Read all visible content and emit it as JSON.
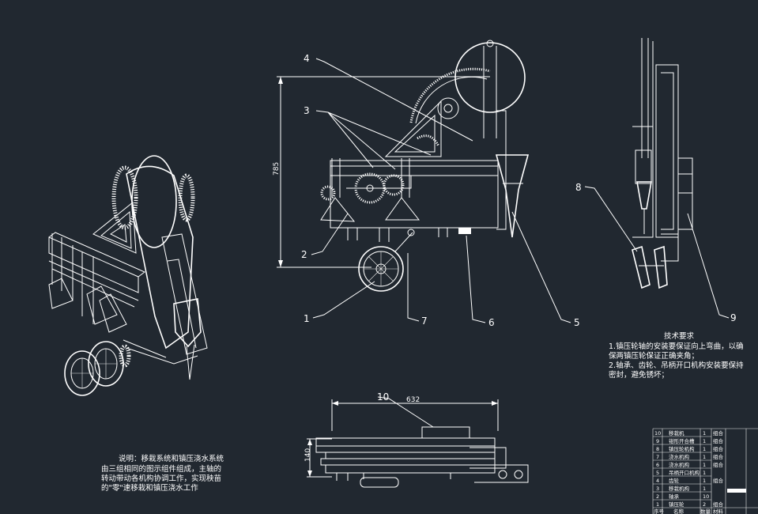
{
  "callouts": [
    "1",
    "2",
    "3",
    "4",
    "5",
    "6",
    "7",
    "8",
    "9",
    "10"
  ],
  "dimensions": {
    "height_main": "785",
    "width_bottom": "632",
    "height_bottom": "140"
  },
  "tech_requirements": {
    "title": "技术要求",
    "lines": [
      "1.镇压轮轴的安装要保证向上弯曲，以确",
      "保两镇压轮保证正确夹角；",
      "2.轴承、齿轮、吊柄开口机构安装要保持",
      "密封，避免锈坏；"
    ]
  },
  "description": {
    "lines": [
      "说明：移栽系统和镇压浇水系统",
      "由三组相同的图示组件组成，主轴的",
      "转动带动各机构协调工作，实现秧苗",
      "的\"零\"速移栽和镇压浇水工作"
    ]
  },
  "parts_table": {
    "rows": [
      {
        "no": "10",
        "name": "移栽机",
        "qty": "1",
        "mat": "组合"
      },
      {
        "no": "9",
        "name": "钳形开合槽",
        "qty": "1",
        "mat": "组合"
      },
      {
        "no": "8",
        "name": "镇压轮机构",
        "qty": "1",
        "mat": "组合"
      },
      {
        "no": "7",
        "name": "浇水机构",
        "qty": "1",
        "mat": "组合"
      },
      {
        "no": "6",
        "name": "浇水机构",
        "qty": "1",
        "mat": "组合"
      },
      {
        "no": "5",
        "name": "吊柄开口机构",
        "qty": "1",
        "mat": ""
      },
      {
        "no": "4",
        "name": "齿轮",
        "qty": "1",
        "mat": "组合"
      },
      {
        "no": "3",
        "name": "移栽机构",
        "qty": "1",
        "mat": ""
      },
      {
        "no": "2",
        "name": "轴承",
        "qty": "10",
        "mat": ""
      },
      {
        "no": "1",
        "name": "镇压轮",
        "qty": "2",
        "mat": "组合"
      }
    ],
    "header": {
      "no": "序号",
      "name": "名称",
      "qty": "数量",
      "mat": "材料"
    }
  },
  "colors": {
    "background": "#212830",
    "lines": "#ffffff"
  }
}
